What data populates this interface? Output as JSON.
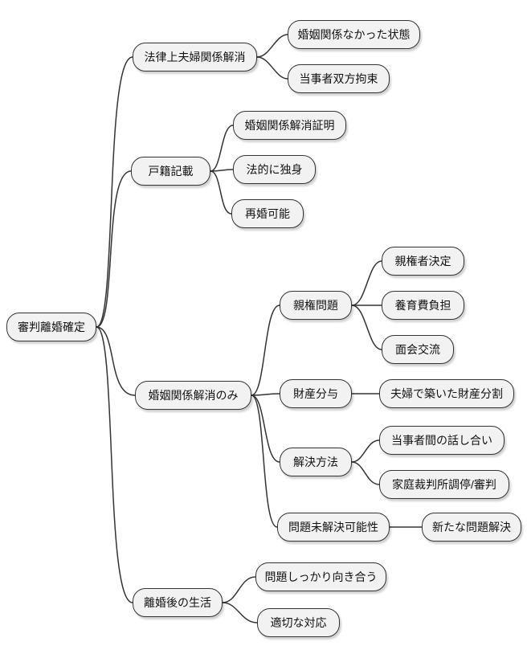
{
  "diagram": {
    "type": "mindmap",
    "root": {
      "label": "審判離婚確定"
    },
    "branches": [
      {
        "label": "法律上夫婦関係解消",
        "children": [
          {
            "label": "婚姻関係なかった状態"
          },
          {
            "label": "当事者双方拘束"
          }
        ]
      },
      {
        "label": "戸籍記載",
        "children": [
          {
            "label": "婚姻関係解消証明"
          },
          {
            "label": "法的に独身"
          },
          {
            "label": "再婚可能"
          }
        ]
      },
      {
        "label": "婚姻関係解消のみ",
        "children": [
          {
            "label": "親権問題",
            "children": [
              {
                "label": "親権者決定"
              },
              {
                "label": "養育費負担"
              },
              {
                "label": "面会交流"
              }
            ]
          },
          {
            "label": "財産分与",
            "children": [
              {
                "label": "夫婦で築いた財産分割"
              }
            ]
          },
          {
            "label": "解決方法",
            "children": [
              {
                "label": "当事者間の話し合い"
              },
              {
                "label": "家庭裁判所調停/審判"
              }
            ]
          },
          {
            "label": "問題未解決可能性",
            "children": [
              {
                "label": "新たな問題解決"
              }
            ]
          }
        ]
      },
      {
        "label": "離婚後の生活",
        "children": [
          {
            "label": "問題しっかり向き合う"
          },
          {
            "label": "適切な対応"
          }
        ]
      }
    ],
    "style": {
      "background": "#ffffff",
      "node_fill": "#f2f2f2",
      "node_border": "#333333",
      "text_color": "#111111",
      "connector_color": "#333333"
    }
  }
}
